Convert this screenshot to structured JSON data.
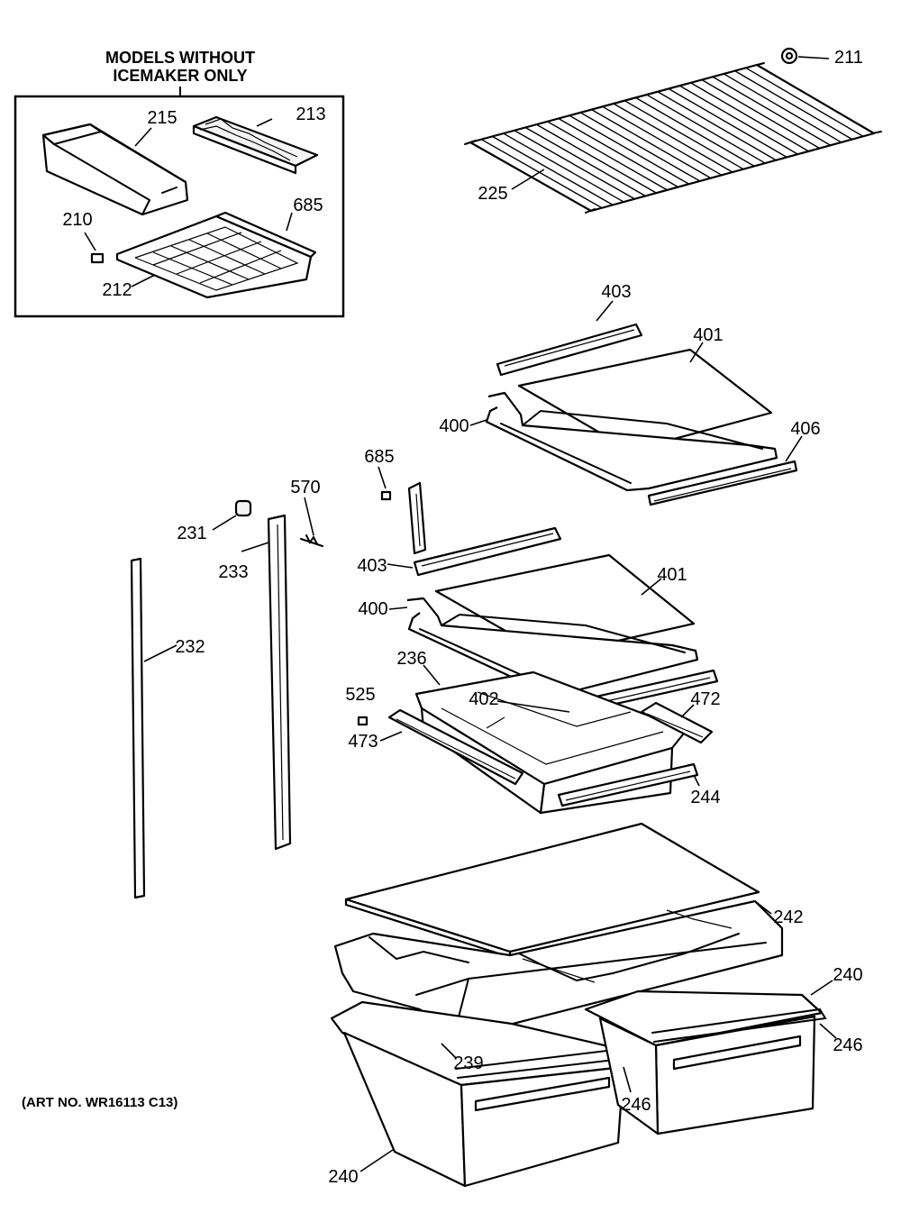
{
  "header": {
    "line1": "MODELS WITHOUT",
    "line2": "ICEMAKER ONLY"
  },
  "art_no": "(ART NO. WR16113 C13)",
  "parts": {
    "p211": "211",
    "p225": "225",
    "p215": "215",
    "p213": "213",
    "p210": "210",
    "p685_inset": "685",
    "p212": "212",
    "p403_top": "403",
    "p401_top": "401",
    "p400_top": "400",
    "p406": "406",
    "p685": "685",
    "p570": "570",
    "p231": "231",
    "p233": "233",
    "p232": "232",
    "p403_mid": "403",
    "p401_mid": "401",
    "p400_mid": "400",
    "p236": "236",
    "p525": "525",
    "p473": "473",
    "p402": "402",
    "p472": "472",
    "p244": "244",
    "p242": "242",
    "p240_right": "240",
    "p246_right": "246",
    "p239": "239",
    "p246_left": "246",
    "p240_left": "240"
  }
}
